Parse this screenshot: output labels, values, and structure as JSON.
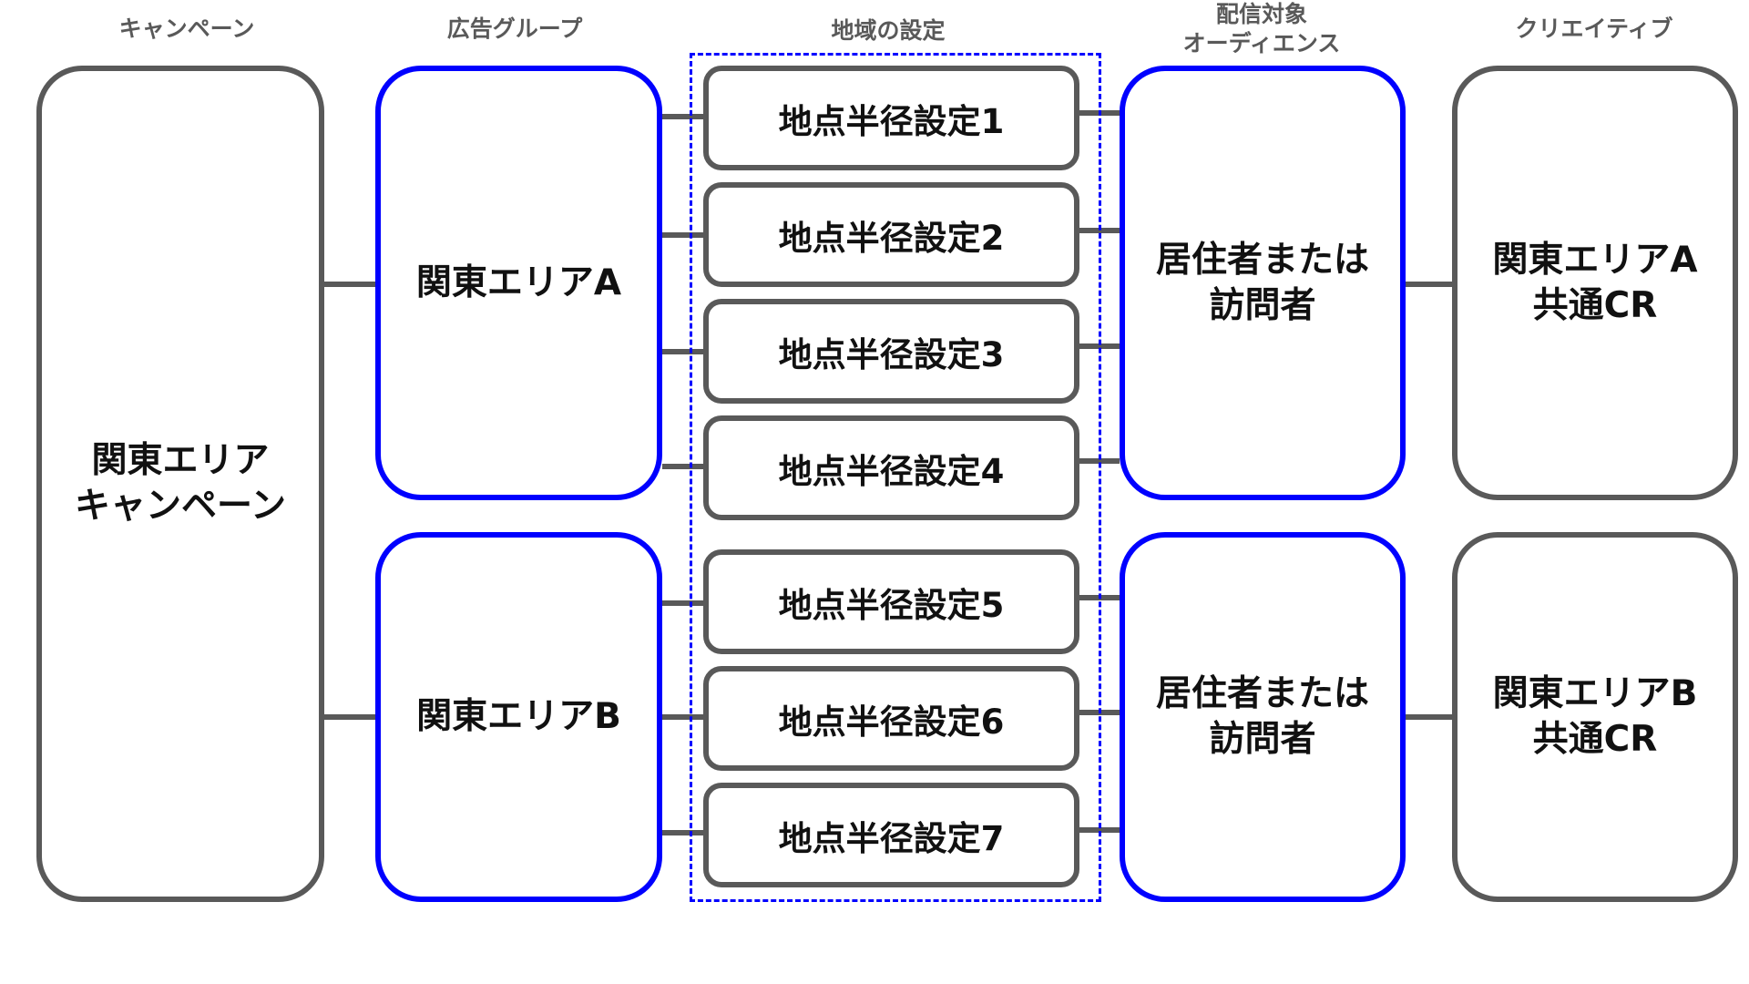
{
  "headers": {
    "campaign": "キャンペーン",
    "ad_group": "広告グループ",
    "region": "地域の設定",
    "audience_line1": "配信対象",
    "audience_line2": "オーディエンス",
    "creative": "クリエイティブ"
  },
  "campaign": {
    "line1": "関東エリア",
    "line2": "キャンペーン"
  },
  "ad_groups": [
    {
      "label": "関東エリアA"
    },
    {
      "label": "関東エリアB"
    }
  ],
  "region_settings": [
    {
      "label": "地点半径設定1"
    },
    {
      "label": "地点半径設定2"
    },
    {
      "label": "地点半径設定3"
    },
    {
      "label": "地点半径設定4"
    },
    {
      "label": "地点半径設定5"
    },
    {
      "label": "地点半径設定6"
    },
    {
      "label": "地点半径設定7"
    }
  ],
  "audiences": [
    {
      "line1": "居住者または",
      "line2": "訪問者"
    },
    {
      "line1": "居住者または",
      "line2": "訪問者"
    }
  ],
  "creatives": [
    {
      "line1": "関東エリアA",
      "line2": "共通CR"
    },
    {
      "line1": "関東エリアB",
      "line2": "共通CR"
    }
  ],
  "colors": {
    "gray_border": "#595959",
    "blue_border": "#0000ff",
    "connector": "#595959",
    "header_text": "#595959",
    "body_text": "#111111"
  }
}
